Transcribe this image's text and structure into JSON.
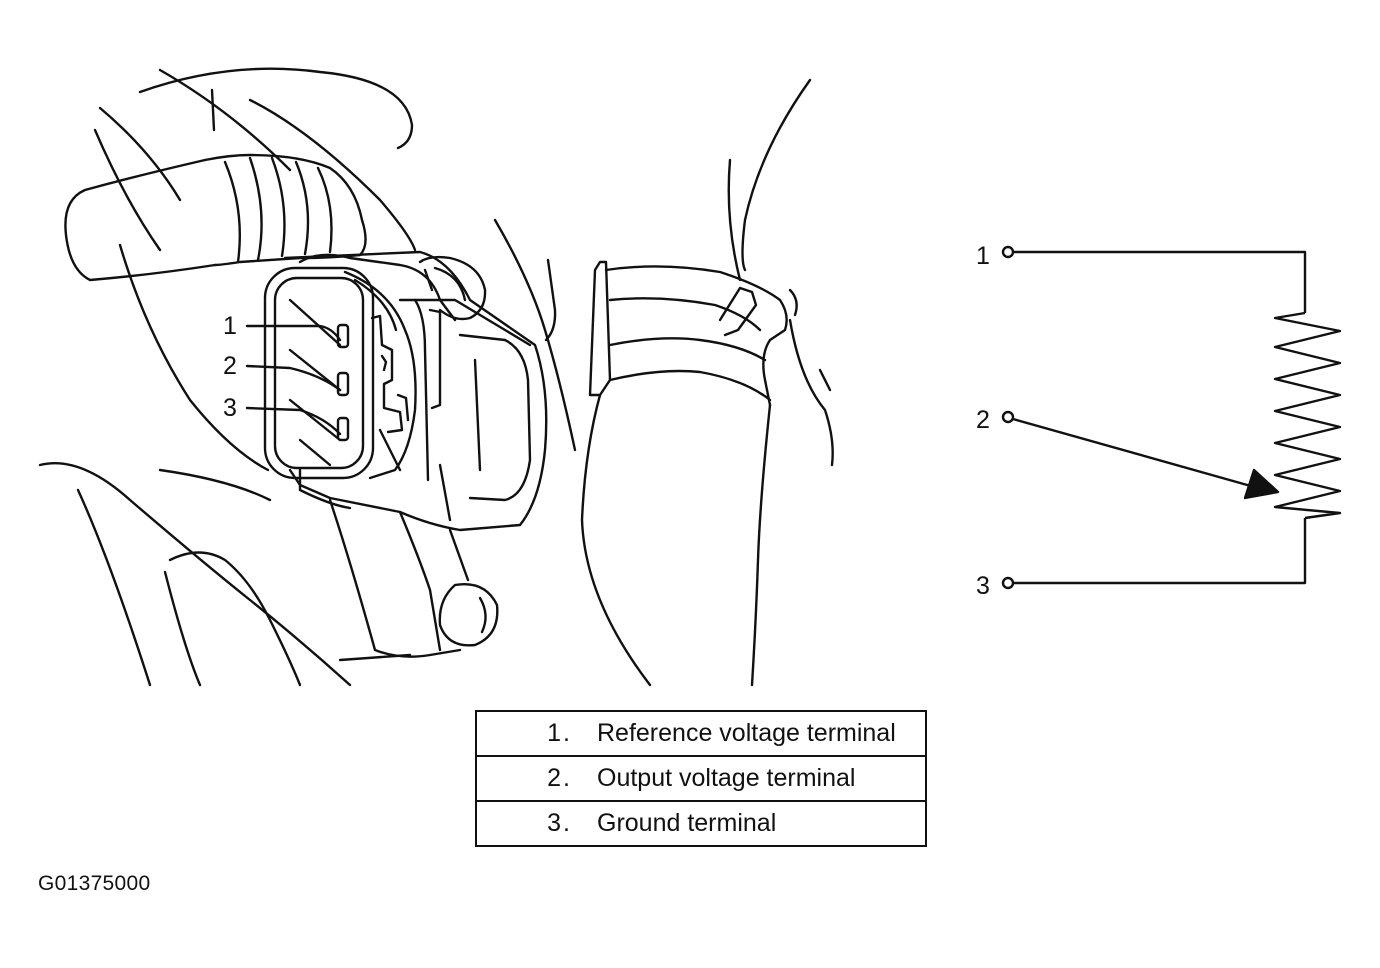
{
  "callouts": [
    "1",
    "2",
    "3"
  ],
  "schematic": {
    "terminals": [
      "1",
      "2",
      "3"
    ]
  },
  "legend": [
    {
      "num": "1",
      "text": "Reference voltage terminal"
    },
    {
      "num": "2",
      "text": "Output voltage terminal"
    },
    {
      "num": "3",
      "text": "Ground terminal"
    }
  ],
  "figure_code": "G01375000"
}
